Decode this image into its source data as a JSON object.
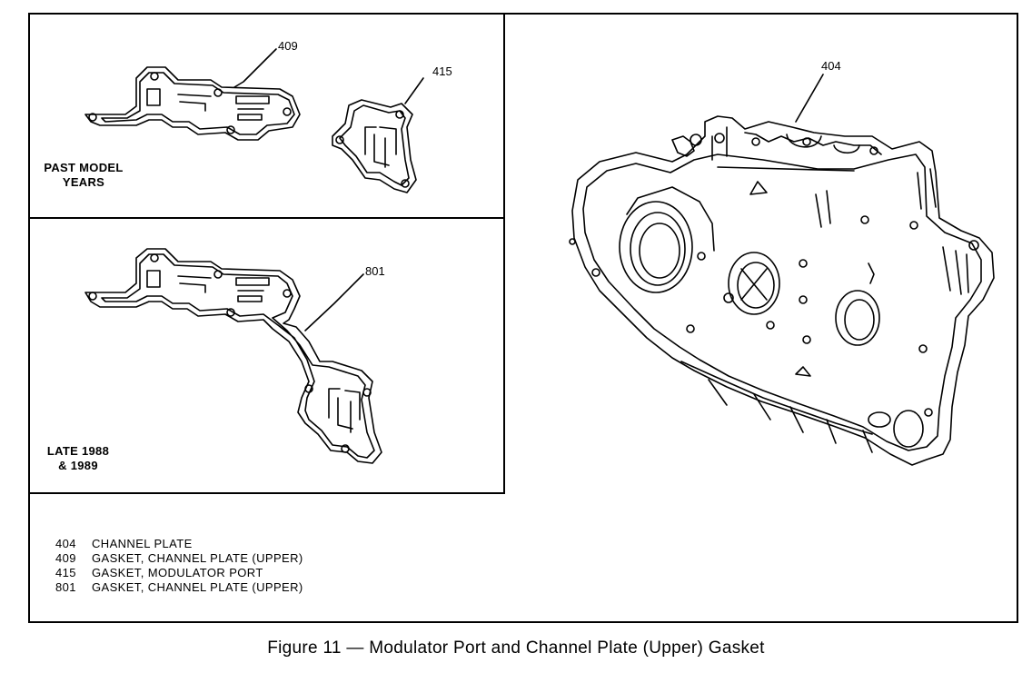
{
  "callouts": {
    "c409": "409",
    "c415": "415",
    "c404": "404",
    "c801": "801"
  },
  "sections": {
    "past": {
      "line1": "PAST MODEL",
      "line2": "YEARS"
    },
    "late": {
      "line1": "LATE 1988",
      "line2": "& 1989"
    }
  },
  "legend": [
    {
      "num": "404",
      "text": "CHANNEL PLATE"
    },
    {
      "num": "409",
      "text": "GASKET, CHANNEL PLATE (UPPER)"
    },
    {
      "num": "415",
      "text": "GASKET, MODULATOR PORT"
    },
    {
      "num": "801",
      "text": "GASKET, CHANNEL PLATE (UPPER)"
    }
  ],
  "caption": "Figure 11 — Modulator Port and Channel Plate (Upper) Gasket"
}
